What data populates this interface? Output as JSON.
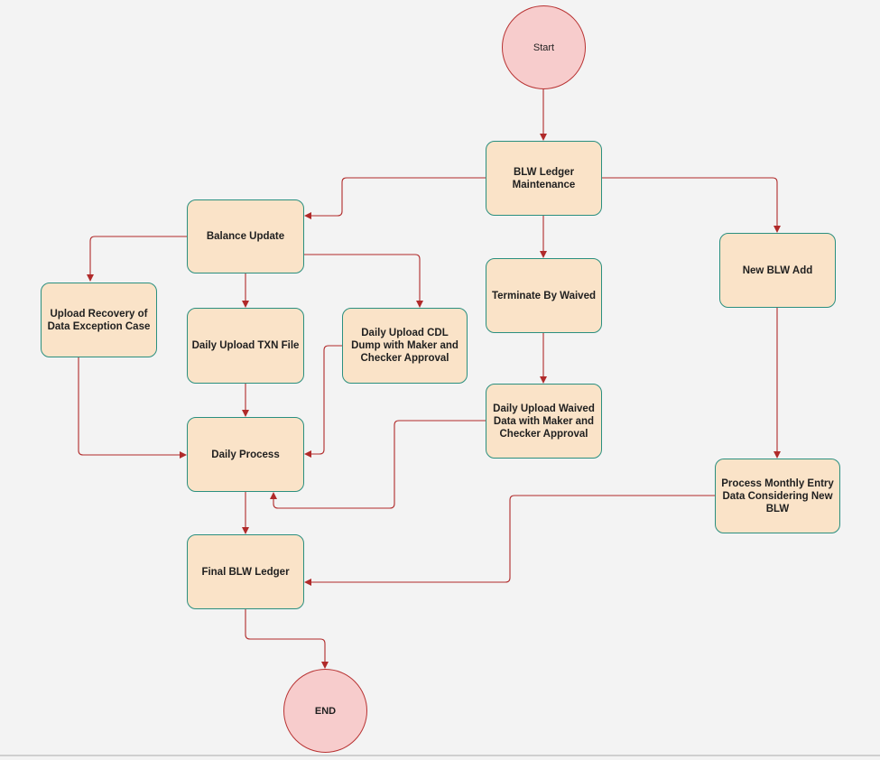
{
  "start_label": "Start",
  "end_label": "END",
  "nodes": {
    "blw_ledger": "BLW Ledger Maintenance",
    "balance_update": "Balance Update",
    "terminate": "Terminate By Waived",
    "new_blw": "New BLW Add",
    "upload_recovery": "Upload Recovery of Data Exception Case",
    "daily_txn": "Daily Upload TXN File",
    "daily_cdl": "Daily Upload CDL Dump with Maker and Checker Approval",
    "daily_waived": "Daily Upload Waived Data with Maker and Checker Approval",
    "daily_process": "Daily Process",
    "process_monthly": "Process Monthly Entry Data Considering New BLW",
    "final_ledger": "Final BLW Ledger"
  },
  "colors": {
    "node_fill": "#fae3c8",
    "node_border": "#2a8f7f",
    "terminal_fill": "#f7cccc",
    "terminal_border": "#b83232",
    "edge": "#b02a2a"
  }
}
